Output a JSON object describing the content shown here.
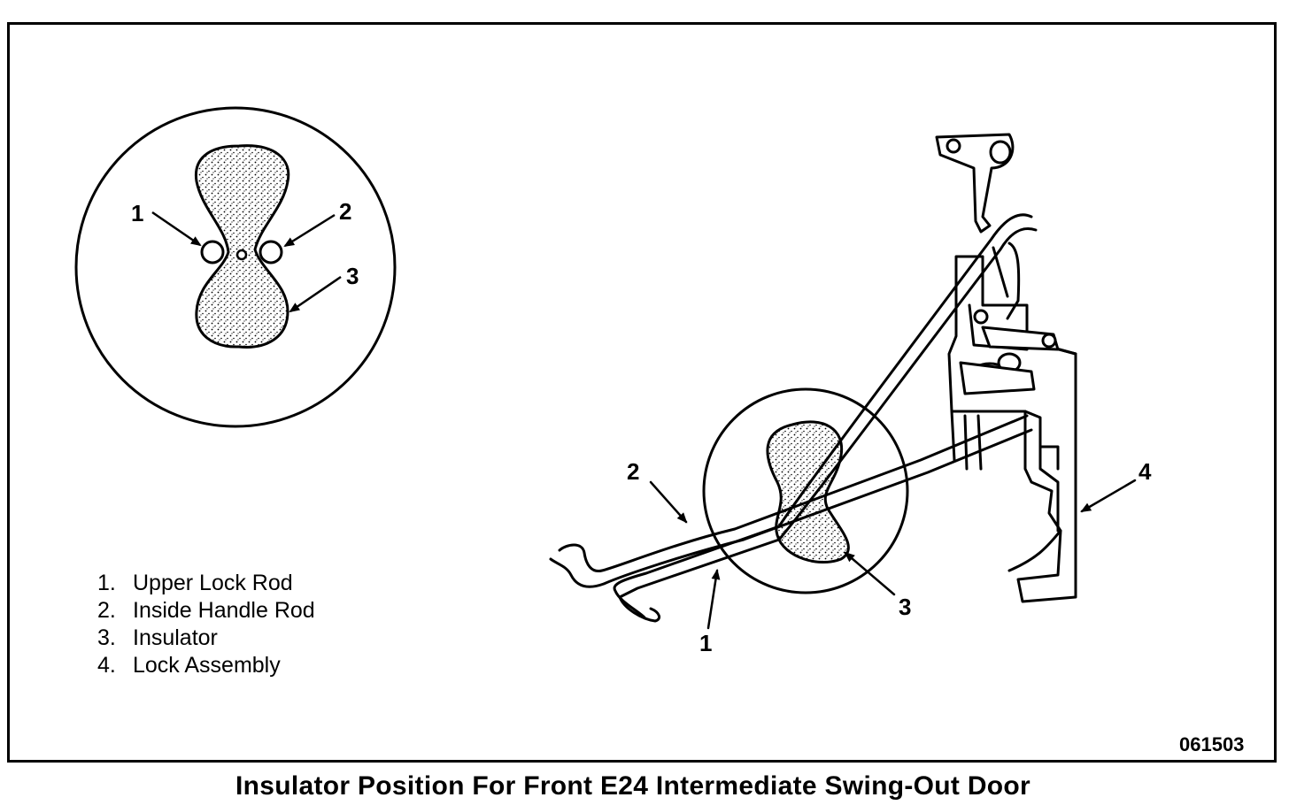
{
  "callouts": {
    "detail_1": "1",
    "detail_2": "2",
    "detail_3": "3",
    "main_1": "1",
    "main_2": "2",
    "main_3": "3",
    "main_4": "4"
  },
  "legend": [
    {
      "num": "1.",
      "label": "Upper Lock Rod"
    },
    {
      "num": "2.",
      "label": "Inside Handle Rod"
    },
    {
      "num": "3.",
      "label": "Insulator"
    },
    {
      "num": "4.",
      "label": "Lock Assembly"
    }
  ],
  "figure_code": "061503",
  "caption": "Insulator Position For Front E24 Intermediate Swing-Out Door"
}
